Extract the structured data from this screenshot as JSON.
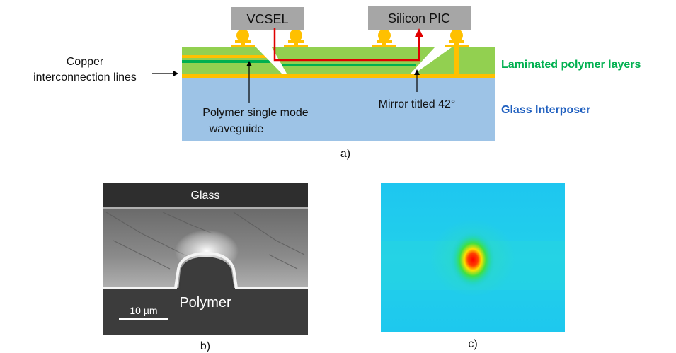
{
  "diagram_a": {
    "chip_left": "VCSEL",
    "chip_right": "Silicon PIC",
    "copper_lines_label_line1": "Copper",
    "copper_lines_label_line2": "interconnection lines",
    "waveguide_label_line1": "Polymer single mode",
    "waveguide_label_line2": "waveguide",
    "mirror_label": "Mirror titled 42°",
    "polymer_layers_label": "Laminated polymer layers",
    "glass_label": "Glass Interposer",
    "caption": "a)",
    "colors": {
      "polymer": "#92d050",
      "glass": "#9dc3e6",
      "copper": "#ffc000",
      "waveguide": "#00b050",
      "chip": "#a6a6a6",
      "light_path": "#e00000",
      "polymer_label": "#00b050",
      "glass_label": "#1f5fbf"
    }
  },
  "image_b": {
    "top_label": "Glass",
    "bottom_label": "Polymer",
    "scale_bar": "10 µm",
    "caption": "b)"
  },
  "image_c": {
    "caption": "c)"
  }
}
